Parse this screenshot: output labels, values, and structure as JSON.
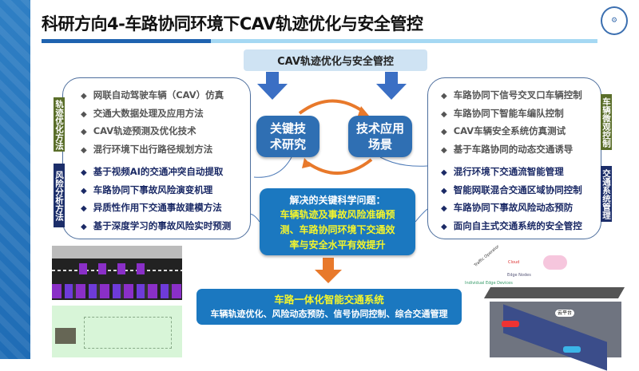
{
  "title": "科研方向4-车路协同环境下CAV轨迹优化与安全管控",
  "top_box": "CAV轨迹优化与安全管控",
  "left_panel": {
    "label_top": "轨迹优化方法",
    "label_bottom": "风险分析方法",
    "items_top": [
      "网联自动驾驶车辆（CAV）仿真",
      "交通大数据处理及应用方法",
      "CAV轨迹预测及优化技术",
      "混行环境下出行路径规划方法"
    ],
    "items_bottom": [
      "基于视频AI的交通冲突自动提取",
      "车路协同下事故风险演变机理",
      "异质性作用下交通事故建模方法",
      "基于深度学习的事故风险实时预测"
    ]
  },
  "right_panel": {
    "label_top": "车辆微观控制",
    "label_bottom": "交通系统管理",
    "items_top": [
      "车路协同下信号交叉口车辆控制",
      "车路协同下智能车编队控制",
      "CAV车辆安全系统仿真测试",
      "基于车路协同的动态交通诱导"
    ],
    "items_bottom": [
      "混行环境下交通流智能管理",
      "智能网联混合交通区域协同控制",
      "车路协同下事故风险动态预防",
      "面向自主式交通系统的安全管控"
    ]
  },
  "center": {
    "key_research": [
      "关键技",
      "术研究"
    ],
    "application": [
      "技术应用",
      "场景"
    ]
  },
  "problem": {
    "heading": "解决的关键科学问题：",
    "lines": [
      "车辆轨迹及事故风险准确预",
      "测、车路协同环境下交通效",
      "率与安全水平有效提升"
    ]
  },
  "bottom": {
    "title": "车路一体化智能交通系统",
    "subtitle": "车辆轨迹优化、风险动态预防、信号协同控制、综合交通管理"
  },
  "diagram_labels": {
    "operator": "Traffic Operator",
    "cloud": "Cloud",
    "edge_nodes": "Edge Nodes",
    "edge_devices": "Individual Edge Devices",
    "cloud_platform": "云平台"
  },
  "colors": {
    "accent": "#1b78c0",
    "yellow": "#f5f52b",
    "orange": "#e8792b",
    "navy": "#1c2e6a",
    "green": "#5a6e2a"
  }
}
